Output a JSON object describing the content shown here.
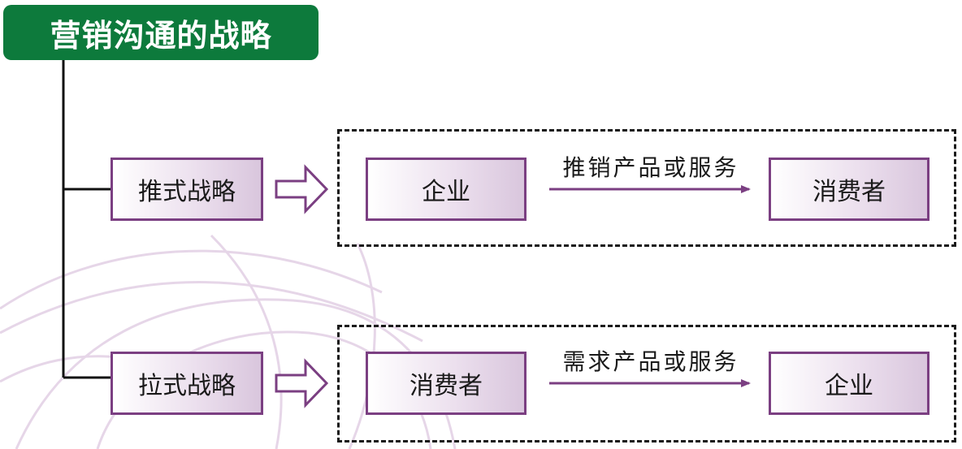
{
  "title": "营销沟通的战略",
  "colors": {
    "title_bg": "#0d7a3c",
    "box_border": "#7b3f82",
    "arrow": "#7b3f82",
    "dash": "#1a1a1a"
  },
  "strategies": [
    {
      "label": "推式战略",
      "from": "企业",
      "flow_label": "推销产品或服务",
      "to": "消费者"
    },
    {
      "label": "拉式战略",
      "from": "消费者",
      "flow_label": "需求产品或服务",
      "to": "企业"
    }
  ]
}
